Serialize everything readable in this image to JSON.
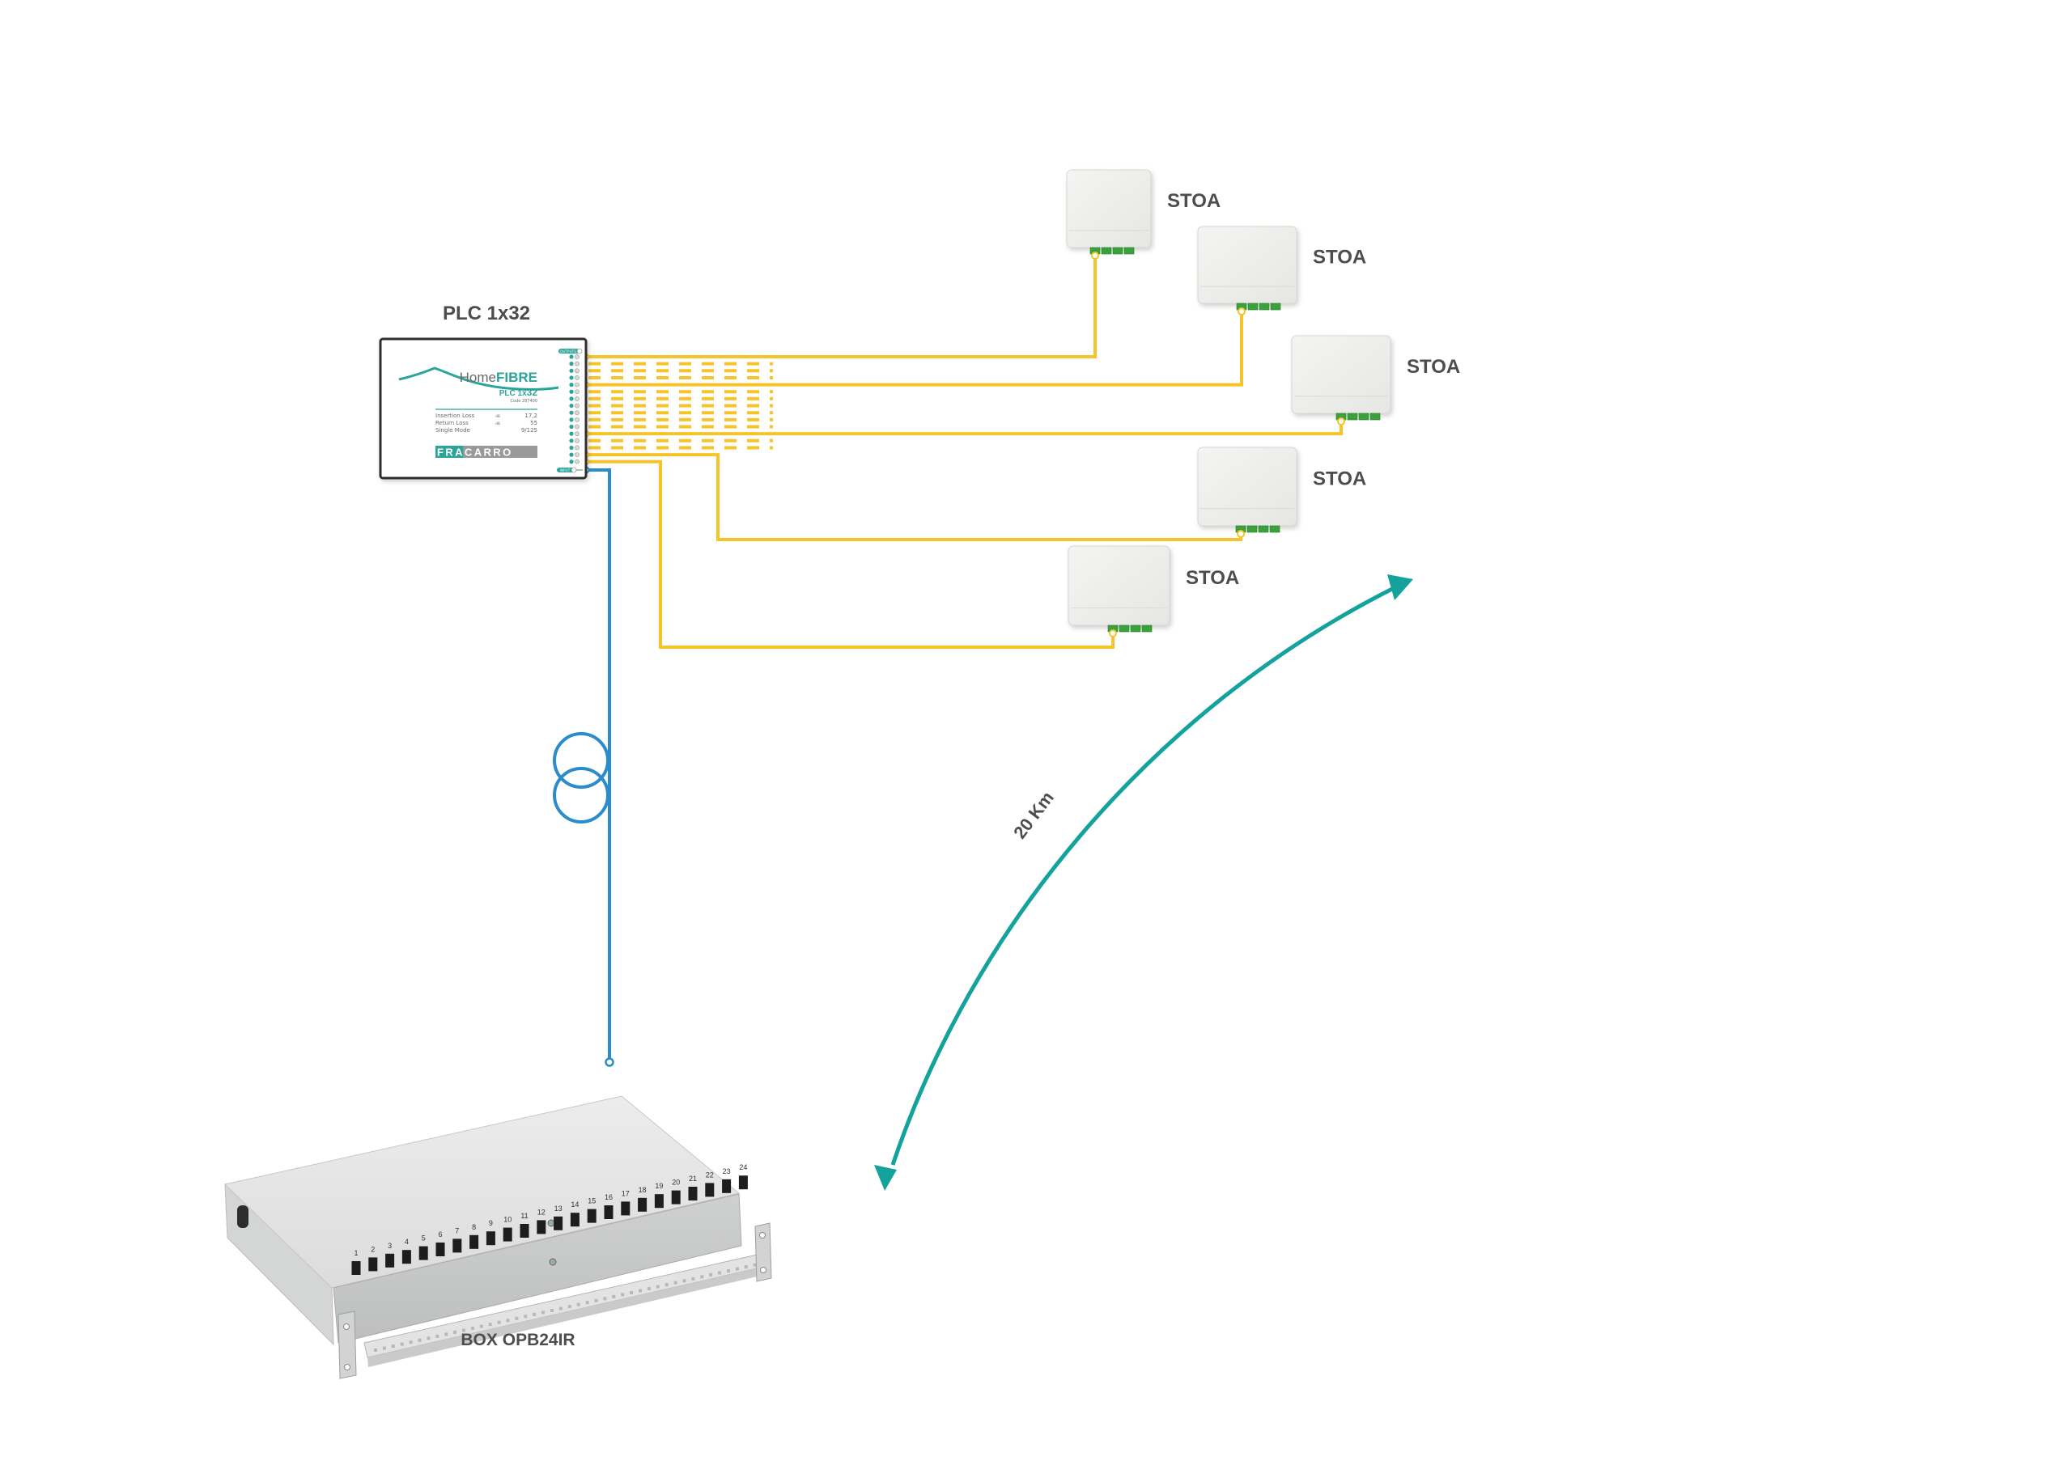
{
  "diagram": {
    "colors": {
      "fiber_yellow": "#f6c428",
      "fiber_blue": "#2b8ccc",
      "distance_arrow": "#13a39c",
      "label_text": "#4d4d4f",
      "brand_teal": "#2aa59a",
      "stoa_port_green": "#3aa23a"
    },
    "splitter": {
      "title": "PLC 1x32",
      "brand_prefix": "Home",
      "brand_suffix": "FIBRE",
      "model_prefix": "PLC 1x",
      "model_suffix": "32",
      "code": "Code 287400",
      "specs": [
        {
          "name": "Insertion Loss",
          "unit": "dB",
          "value": "17,2"
        },
        {
          "name": "Return Loss",
          "unit": "dB",
          "value": "55"
        },
        {
          "name": "Single Mode",
          "unit": "",
          "value": "9/125"
        }
      ],
      "manufacturer_prefix": "FR",
      "manufacturer_suffix": "ACARRO",
      "outputs_tag": "OUTPUTS",
      "input_tag": "INPUT",
      "output_port_count": 16,
      "connected_ports": [
        1,
        5,
        12,
        15,
        16
      ]
    },
    "endpoints": [
      {
        "label": "STOA",
        "port": 1
      },
      {
        "label": "STOA",
        "port": 5
      },
      {
        "label": "STOA",
        "port": 12
      },
      {
        "label": "STOA",
        "port": 15
      },
      {
        "label": "STOA",
        "port": 16
      }
    ],
    "distance_label": "20 Km",
    "patch_panel": {
      "label": "BOX OPB24IR",
      "port_labels": [
        "1",
        "2",
        "3",
        "4",
        "5",
        "6",
        "7",
        "8",
        "9",
        "10",
        "11",
        "12",
        "13",
        "14",
        "15",
        "16",
        "17",
        "18",
        "19",
        "20",
        "21",
        "22",
        "23",
        "24"
      ]
    }
  }
}
